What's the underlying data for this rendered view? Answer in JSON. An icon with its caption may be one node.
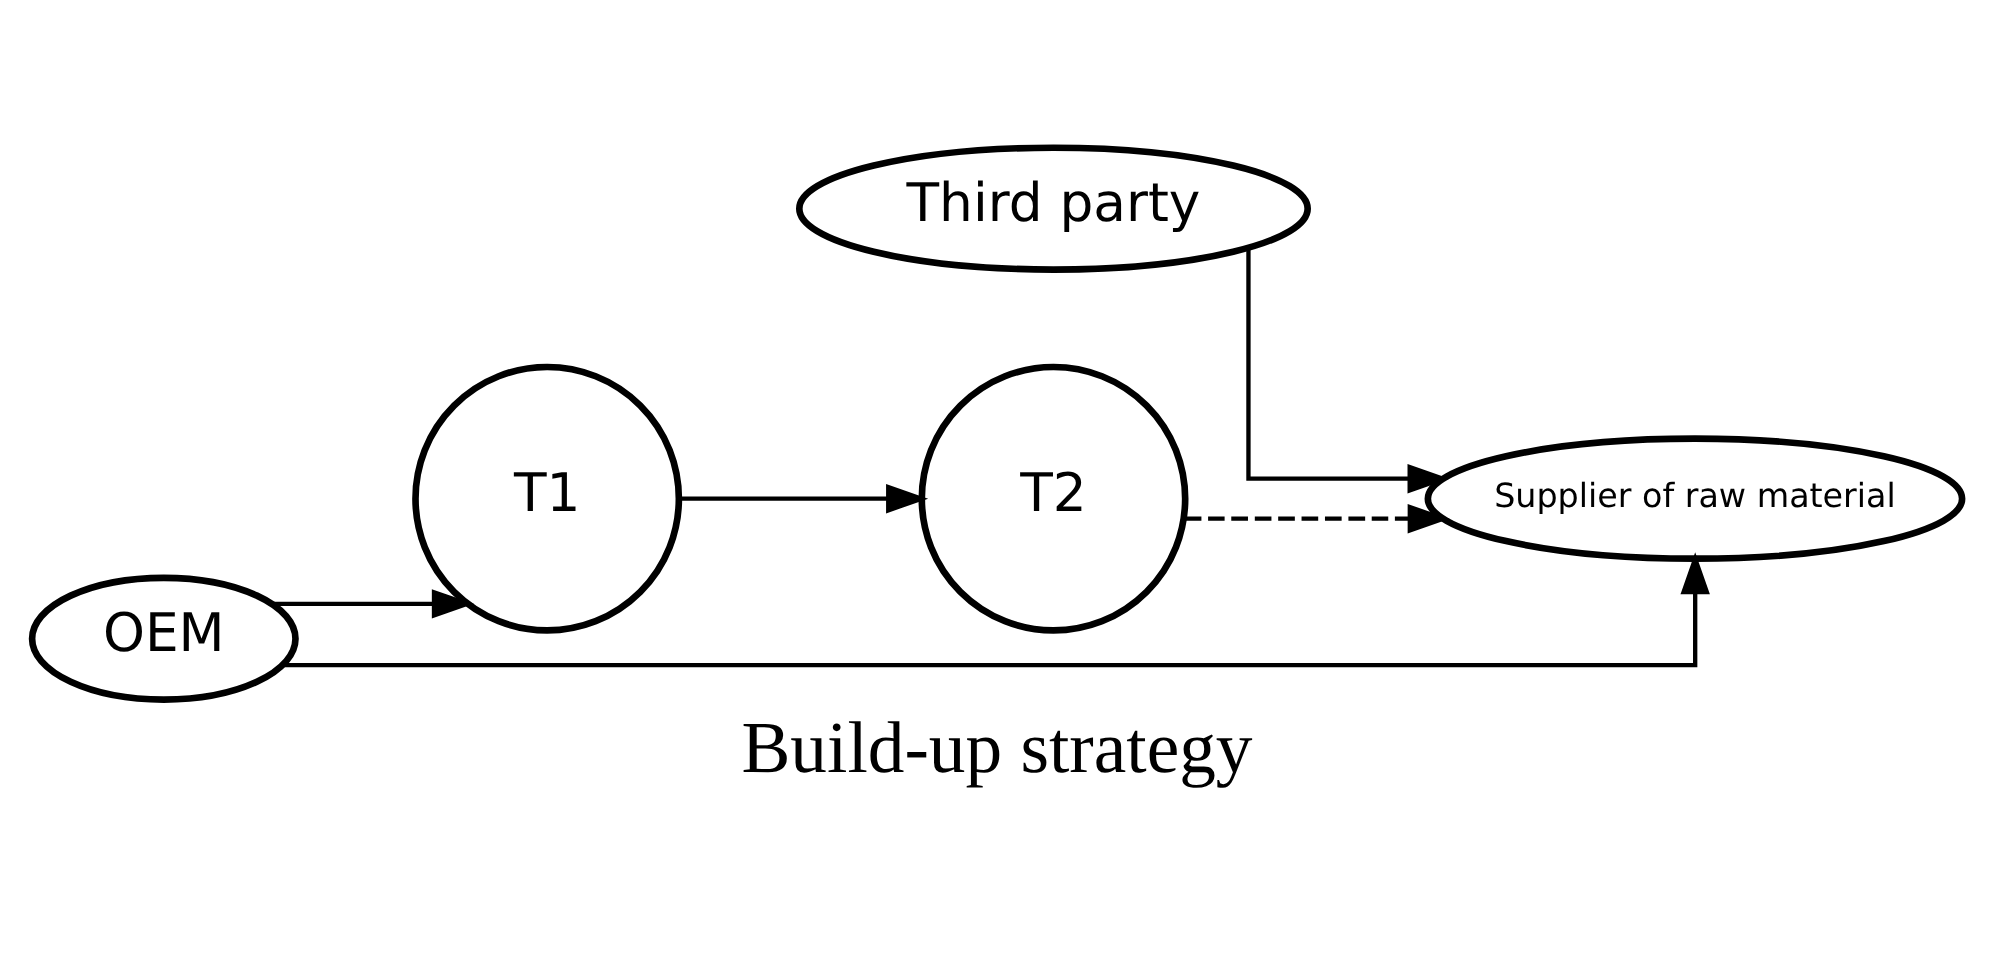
{
  "diagram": {
    "caption": "Build-up strategy",
    "nodes": [
      {
        "text": [
          "Third party"
        ]
      },
      {
        "text": [
          "OEM"
        ]
      },
      {
        "text": [
          "T1"
        ]
      },
      {
        "text": [
          "T2"
        ]
      },
      {
        "text": [
          "Supplier of raw material"
        ]
      }
    ],
    "edges": [
      {
        "from": 1,
        "to": 2,
        "arrow": "to"
      },
      {
        "from": 2,
        "to": 3,
        "arrow": "to"
      },
      {
        "from": 3,
        "to": 4,
        "arrow": "to",
        "style": "dashed"
      },
      {
        "from": 0,
        "to": 4,
        "arrow": "to"
      },
      {
        "from": 1,
        "to": 4,
        "arrow": "to"
      }
    ]
  }
}
